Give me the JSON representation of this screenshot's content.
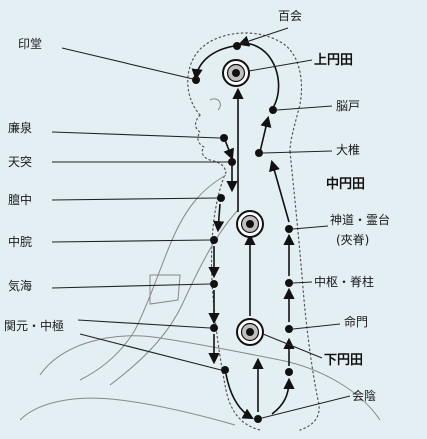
{
  "points": {
    "baihui": "百会",
    "yintang": "印堂",
    "upper_dantian": "上円田",
    "naohu": "脳戸",
    "lianquan": "廉泉",
    "dazhui": "大椎",
    "tiantu": "天突",
    "middle_dantian": "中円田",
    "danzhong": "膻中",
    "shendao_lingtai": "神道・霊台",
    "jiaji": "(夾脊)",
    "zhongwan": "中脘",
    "zhongshu_jizhu": "中枢・脊柱",
    "qihai": "気海",
    "mingmen": "命門",
    "guanyuan_zhongji": "関元・中極",
    "lower_dantian": "下円田",
    "huiyin": "会陰"
  }
}
